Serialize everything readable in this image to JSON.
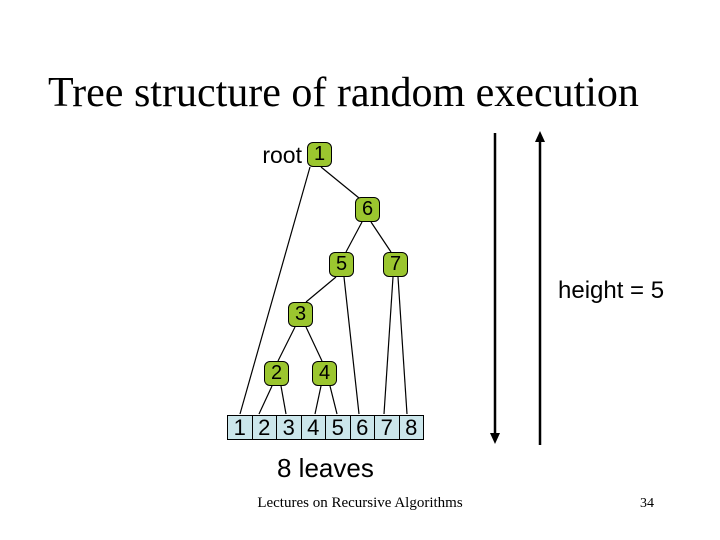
{
  "slide": {
    "title": "Tree structure of random execution",
    "root_label": "root",
    "height_annotation": "height = 5",
    "leaves_caption": "8 leaves",
    "footer_text": "Lectures on Recursive Algorithms",
    "slide_number": "34"
  },
  "diagram": {
    "type": "tree",
    "description": "Recursion tree of a random execution: internal nodes labeled with pivot order, 8 leaf array cells, tree height 5",
    "nodes": [
      {
        "label": "1",
        "role": "root"
      },
      {
        "label": "6"
      },
      {
        "label": "5"
      },
      {
        "label": "7"
      },
      {
        "label": "3"
      },
      {
        "label": "2"
      },
      {
        "label": "4"
      }
    ],
    "edges": [
      {
        "from": "1",
        "to": "leaf-1"
      },
      {
        "from": "1",
        "to": "6"
      },
      {
        "from": "6",
        "to": "5"
      },
      {
        "from": "6",
        "to": "7"
      },
      {
        "from": "5",
        "to": "3"
      },
      {
        "from": "5",
        "to": "leaf-6"
      },
      {
        "from": "7",
        "to": "leaf-7"
      },
      {
        "from": "7",
        "to": "leaf-8"
      },
      {
        "from": "3",
        "to": "2"
      },
      {
        "from": "3",
        "to": "4"
      },
      {
        "from": "2",
        "to": "leaf-2"
      },
      {
        "from": "2",
        "to": "leaf-3"
      },
      {
        "from": "4",
        "to": "leaf-4"
      },
      {
        "from": "4",
        "to": "leaf-5"
      }
    ],
    "leaf_cells": [
      "1",
      "2",
      "3",
      "4",
      "5",
      "6",
      "7",
      "8"
    ],
    "leaf_count": 8,
    "height": 5
  },
  "colors": {
    "background": "#FFFFFF",
    "node_fill": "#9BC62F",
    "node_border": "#000000",
    "leaf_fill": "#CBE6EB",
    "line": "#000000",
    "text": "#000000"
  }
}
